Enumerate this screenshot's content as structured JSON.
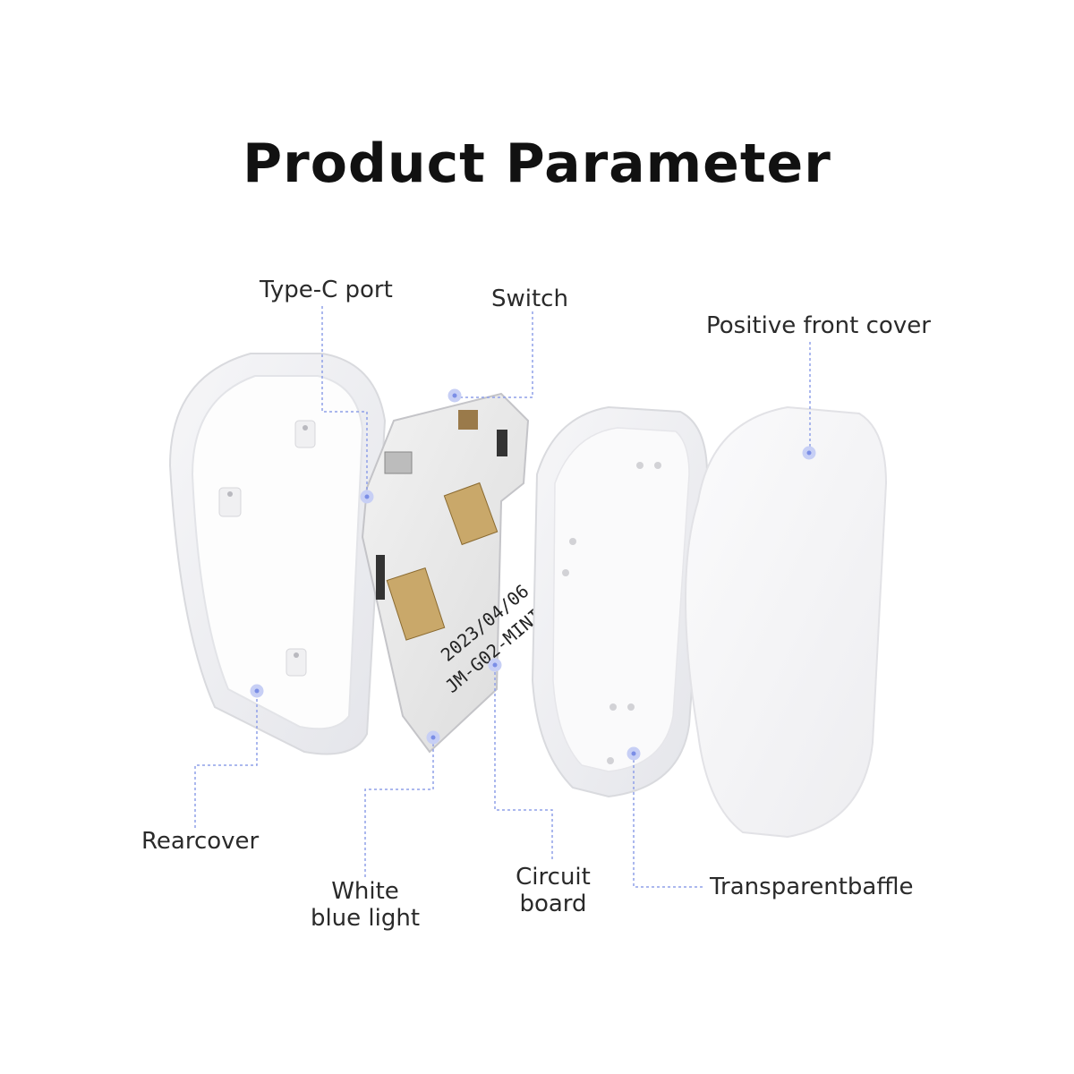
{
  "title": "Product Parameter",
  "accent_color": "#7b8ee6",
  "labels": {
    "type_c_port": "Type-C port",
    "switch": "Switch",
    "positive_front_cover": "Positive front cover",
    "rearcover": "Rearcover",
    "white_blue_light_line1": "White",
    "white_blue_light_line2": "blue light",
    "circuit_board_line1": "Circuit",
    "circuit_board_line2": "board",
    "transparent_baffle": "Transparentbaffle"
  },
  "pcb_print": {
    "date": "2023/04/06",
    "model": "JM-G02-MINI"
  }
}
